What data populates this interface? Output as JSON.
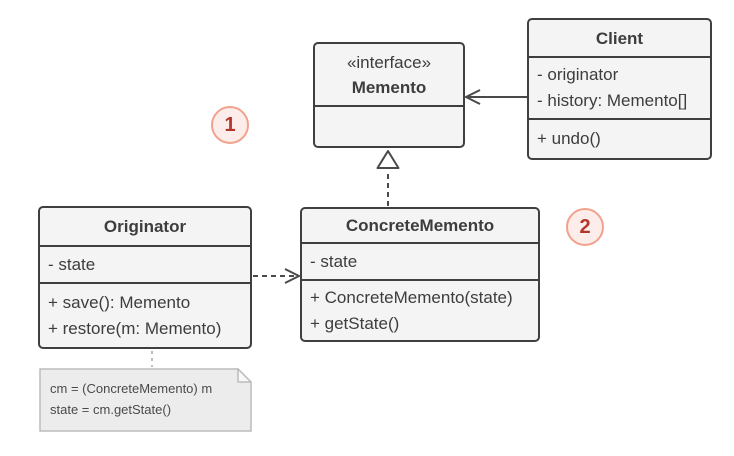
{
  "diagram": {
    "kind": "uml-class-diagram",
    "classes": {
      "memento": {
        "stereotype": "«interface»",
        "name": "Memento",
        "attributes": [],
        "methods": []
      },
      "client": {
        "name": "Client",
        "attributes": [
          "- originator",
          "- history: Memento[]"
        ],
        "methods": [
          "+ undo()"
        ]
      },
      "originator": {
        "name": "Originator",
        "attributes": [
          "- state"
        ],
        "methods": [
          "+ save(): Memento",
          "+ restore(m: Memento)"
        ]
      },
      "concrete_memento": {
        "name": "ConcreteMemento",
        "attributes": [
          "- state"
        ],
        "methods": [
          "+ ConcreteMemento(state)",
          "+ getState()"
        ]
      }
    },
    "note": {
      "lines": [
        "cm = (ConcreteMemento) m",
        "state = cm.getState()"
      ]
    },
    "badges": {
      "one": "1",
      "two": "2"
    },
    "relationships": [
      {
        "from": "Client",
        "to": "Memento",
        "type": "association"
      },
      {
        "from": "ConcreteMemento",
        "to": "Memento",
        "type": "realization"
      },
      {
        "from": "Originator",
        "to": "ConcreteMemento",
        "type": "dependency"
      },
      {
        "from": "Originator",
        "to": "note",
        "type": "anchor"
      }
    ],
    "colors": {
      "box_fill": "#f4f4f4",
      "box_border": "#3f3f3f",
      "box_text": "#3d3d3d",
      "note_fill": "#ececec",
      "note_border": "#bcbcbc",
      "note_text": "#4a4a4a",
      "badge_fill": "#fcedea",
      "badge_border": "#f2a18e",
      "badge_text": "#b4352c",
      "connector": "#4a4a4a",
      "anchor_line": "#bdbdbd",
      "background": "#ffffff"
    }
  }
}
